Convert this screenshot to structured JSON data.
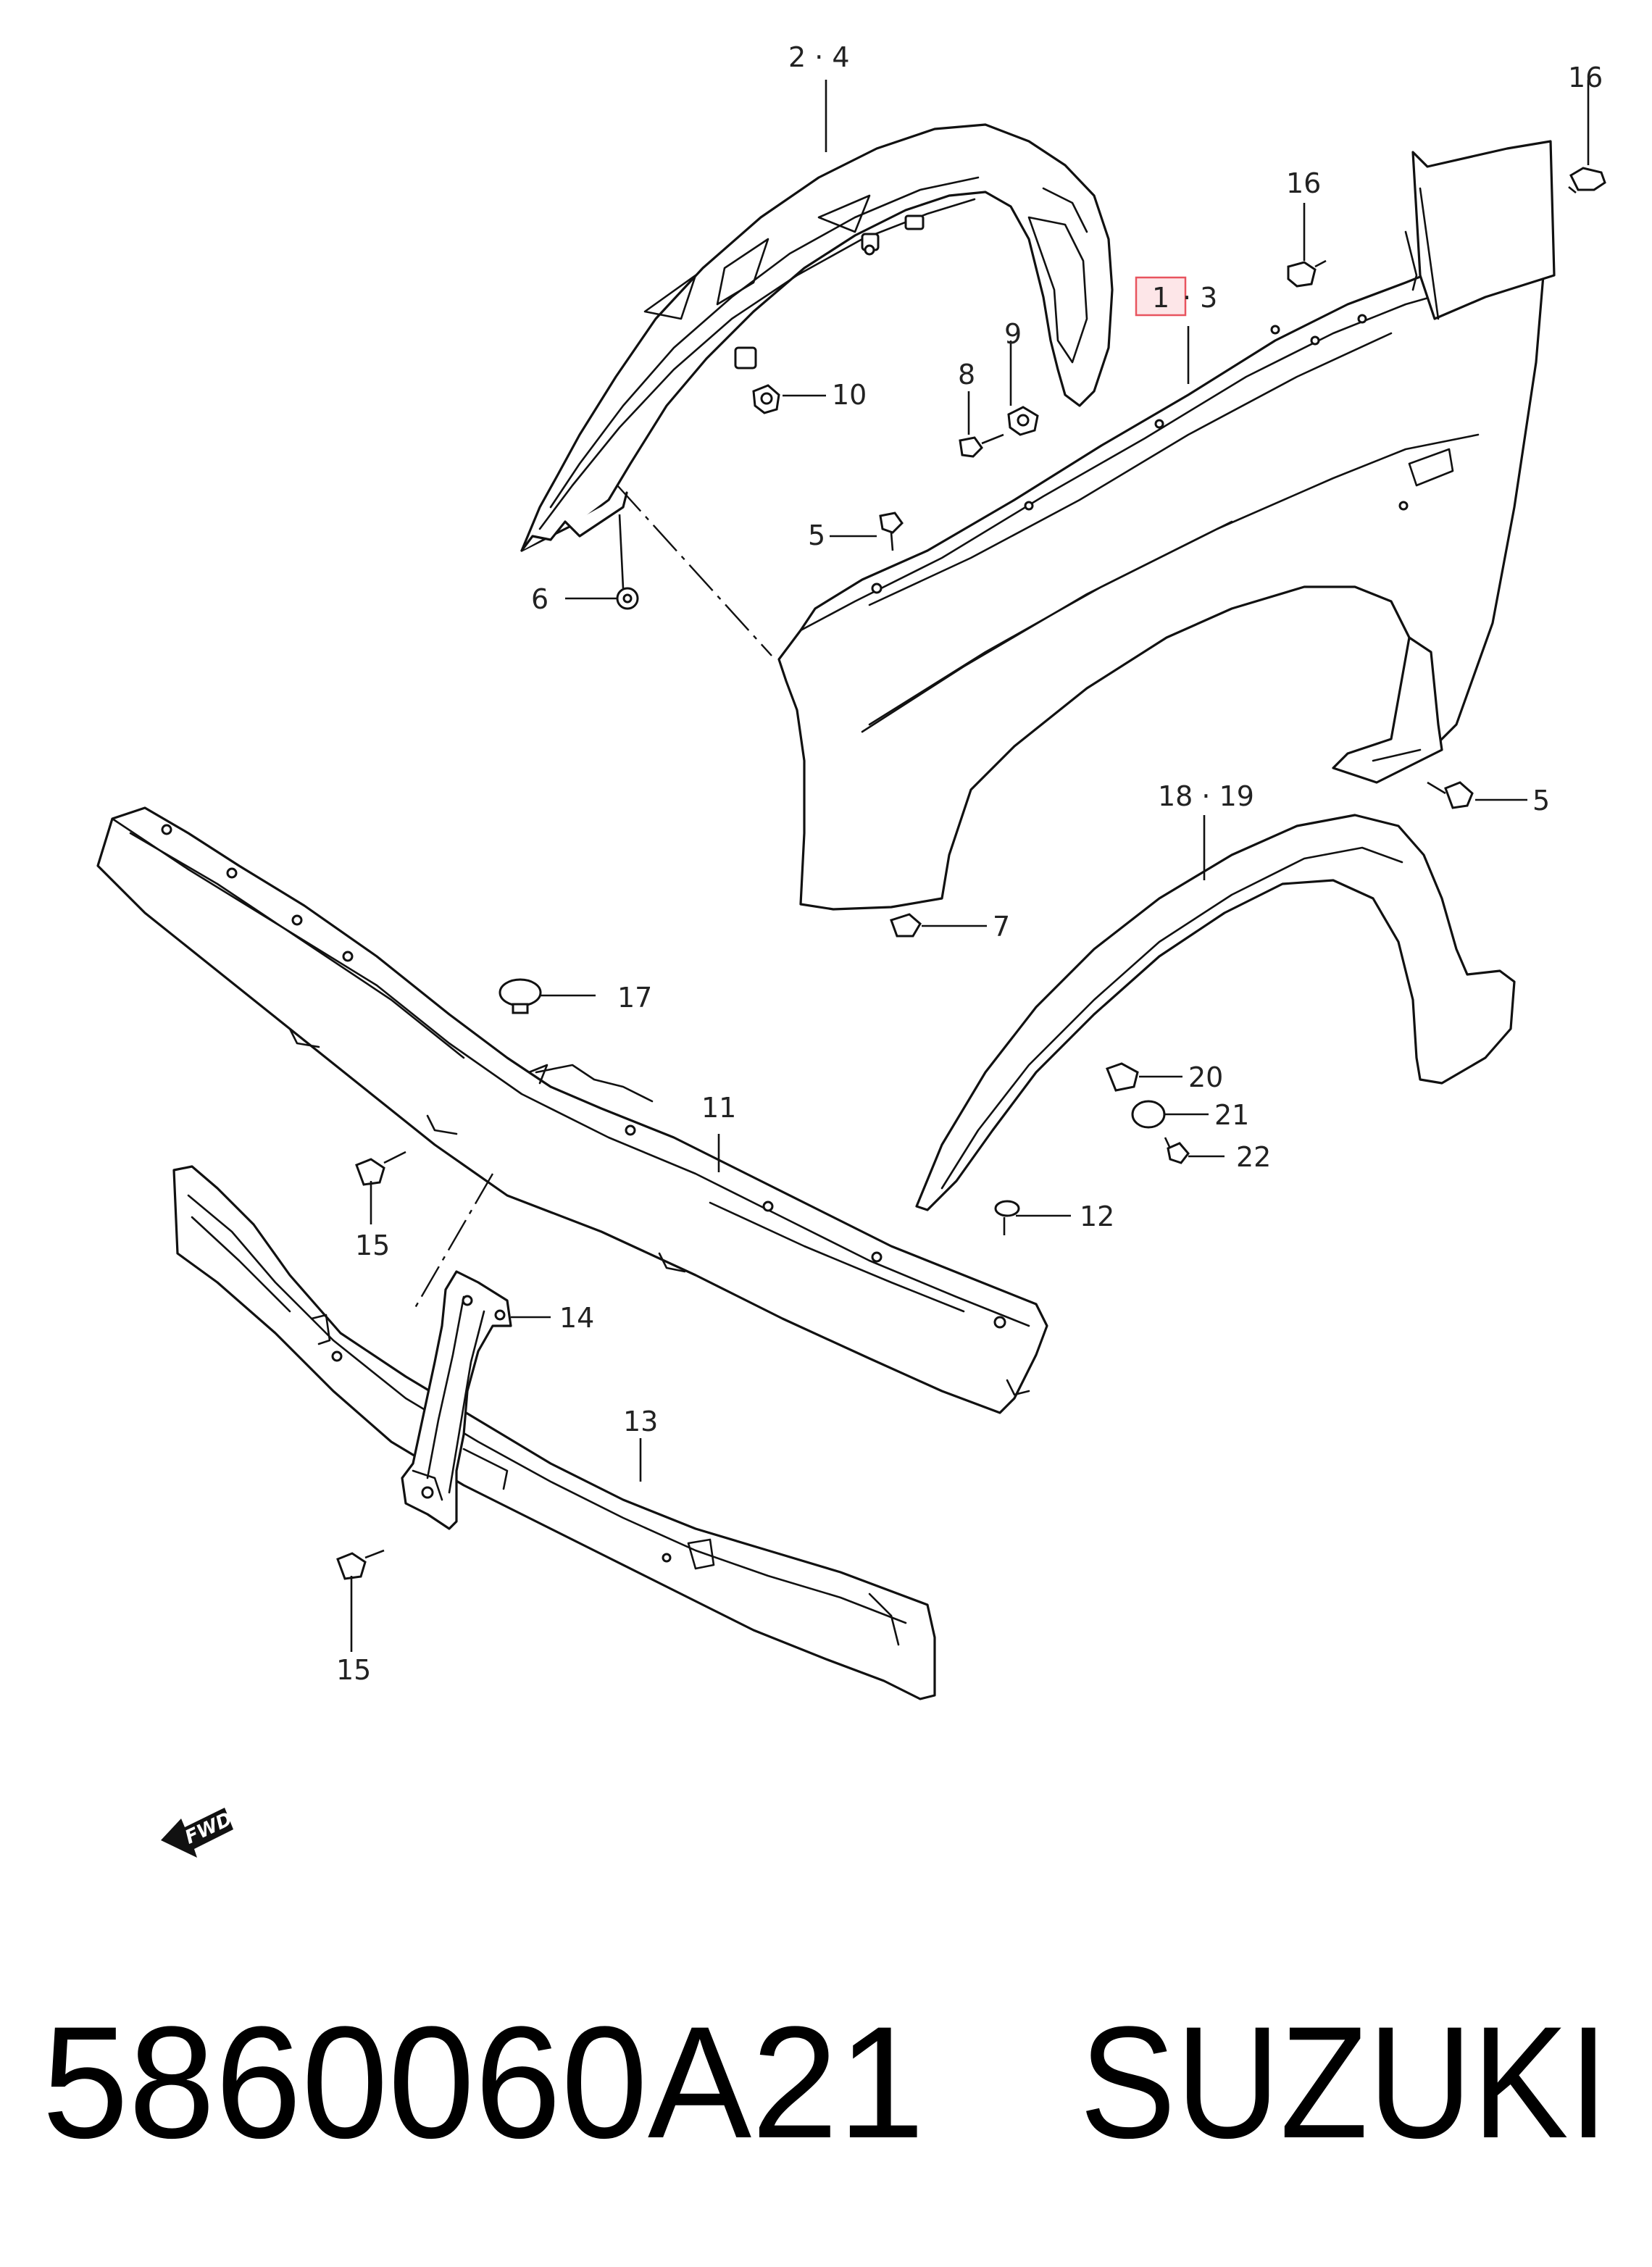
{
  "callouts": {
    "c2_4": "2 · 4",
    "c16a": "16",
    "c16b": "16",
    "c1": "1",
    "c3": "· 3",
    "c9": "9",
    "c8": "8",
    "c10": "10",
    "c5a": "5",
    "c6": "6",
    "c5b": "5",
    "c18_19": "18 · 19",
    "c7": "7",
    "c17": "17",
    "c11": "11",
    "c20": "20",
    "c21": "21",
    "c22": "22",
    "c12": "12",
    "c15a": "15",
    "c14": "14",
    "c13": "13",
    "c15b": "15"
  },
  "fwd_arrow": "FWD",
  "highlight_color": "#e8545f",
  "caption": {
    "part_number": "5860060A21",
    "brand": "SUZUKI"
  }
}
